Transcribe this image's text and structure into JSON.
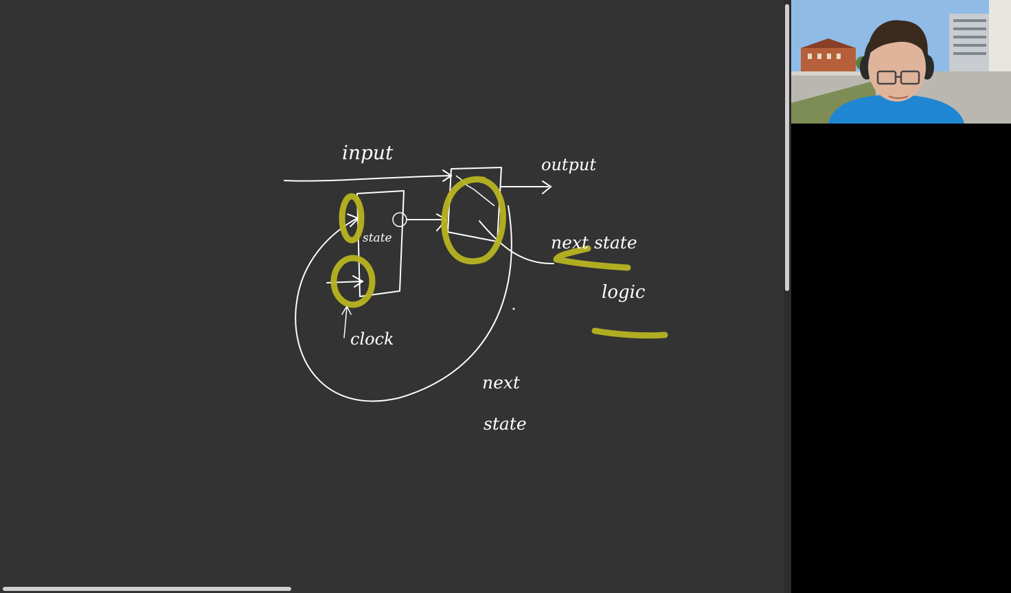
{
  "canvas": {
    "background": "#333333",
    "ink_color": "#ffffff",
    "highlighter_color": "#b8b422",
    "annotations": {
      "input": "input",
      "output": "output",
      "state": "state",
      "clock": "clock",
      "next_state_logic_line1": "next state",
      "next_state_logic_line2": "logic",
      "next_state_bottom_line1": "next",
      "next_state_bottom_line2": "state"
    }
  },
  "video": {
    "participant_icon": "webcam-participant"
  }
}
